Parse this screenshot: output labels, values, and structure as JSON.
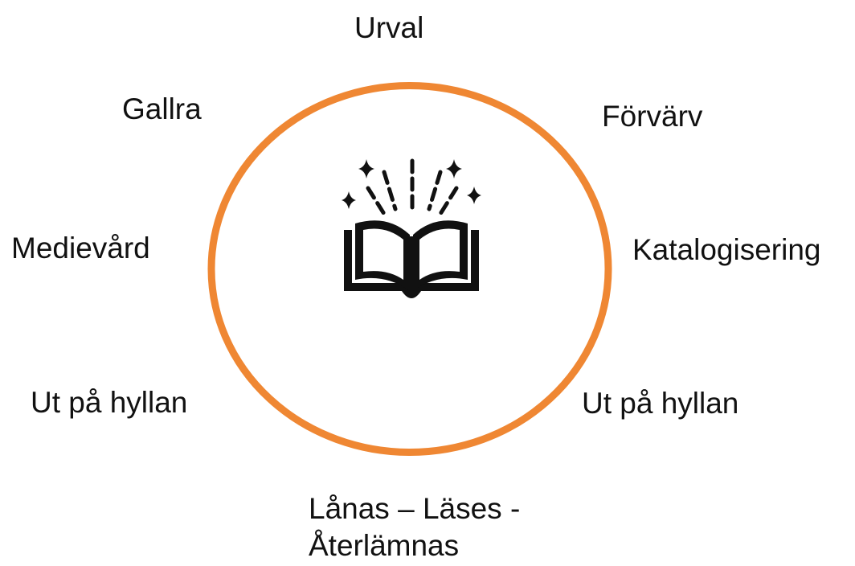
{
  "cycle": {
    "steps": {
      "urval": "Urval",
      "forvarv": "Förvärv",
      "katalogisering": "Katalogisering",
      "ut_pa_hyllan_right": "Ut på hyllan",
      "lanas_line1": "Lånas – Läses -",
      "lanas_line2": "Återlämnas",
      "ut_pa_hyllan_left": "Ut på hyllan",
      "medievard": "Medievård",
      "gallra": "Gallra"
    },
    "ring_color": "#EF8733",
    "center_icon": "open-book-sparkles-icon"
  }
}
